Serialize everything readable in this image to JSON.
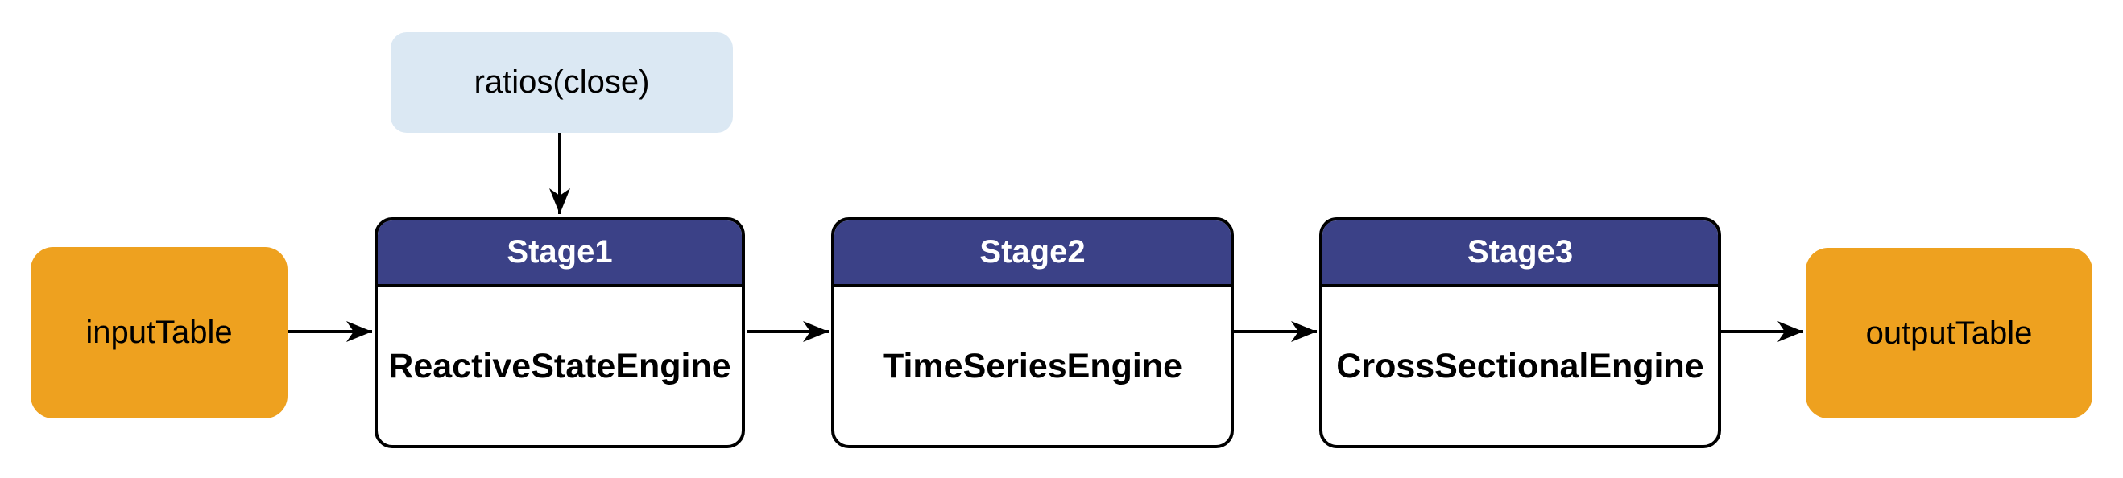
{
  "diagram": {
    "title": "streaming-pipeline-flow",
    "param_node": {
      "label": "ratios(close)"
    },
    "input_node": {
      "label": "inputTable"
    },
    "output_node": {
      "label": "outputTable"
    },
    "stages": [
      {
        "title": "Stage1",
        "engine": "ReactiveStateEngine"
      },
      {
        "title": "Stage2",
        "engine": "TimeSeriesEngine"
      },
      {
        "title": "Stage3",
        "engine": "CrossSectionalEngine"
      }
    ],
    "colors": {
      "table_fill": "#EEA11F",
      "stage_header": "#3B4187",
      "param_fill": "#DBE8F3",
      "stroke": "#000000"
    }
  }
}
